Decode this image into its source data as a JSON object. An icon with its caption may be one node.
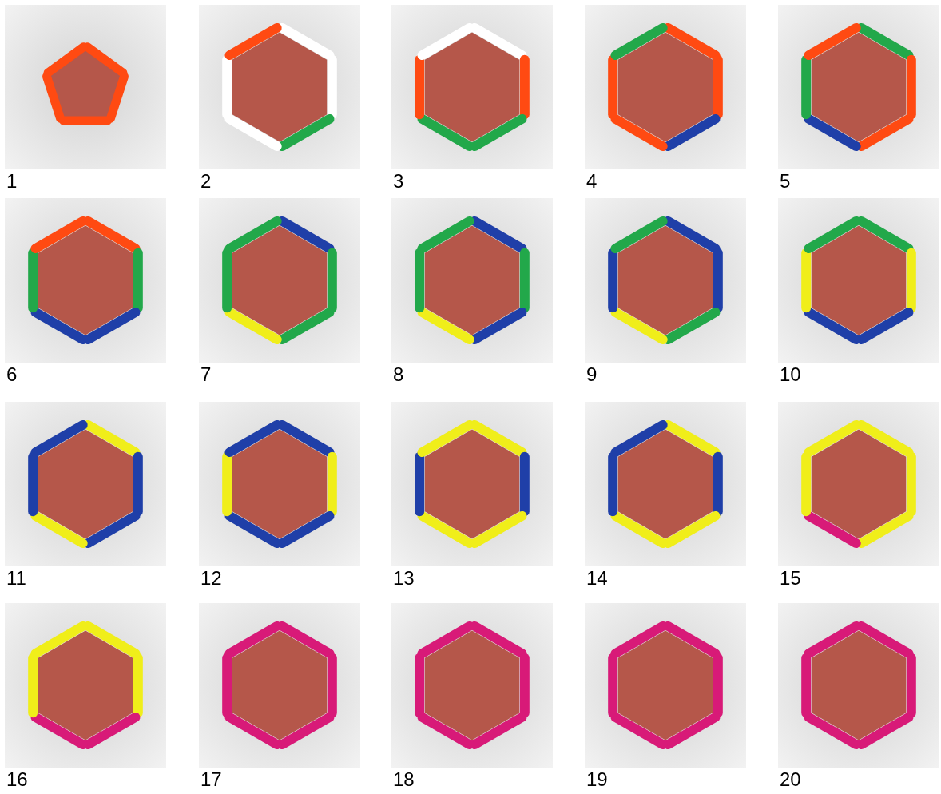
{
  "diagram": {
    "labels": [
      "1",
      "2",
      "3",
      "4",
      "5",
      "6",
      "7",
      "8",
      "9",
      "10",
      "11",
      "12",
      "13",
      "14",
      "15",
      "16",
      "17",
      "18",
      "19",
      "20"
    ]
  }
}
